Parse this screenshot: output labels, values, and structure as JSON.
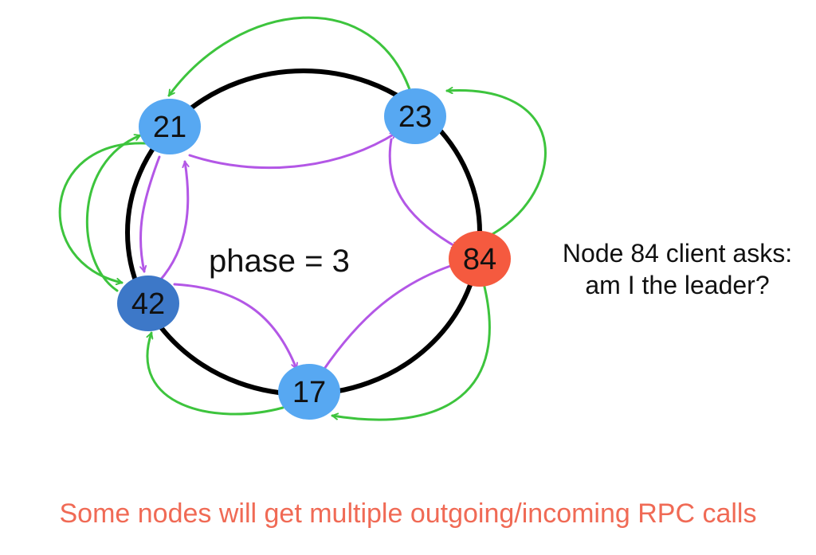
{
  "diagram": {
    "phase_label": "phase = 3",
    "question": [
      "Node 84 client asks:",
      "am I the leader?"
    ],
    "footer": "Some nodes will get multiple outgoing/incoming RPC calls",
    "colors": {
      "ring": "#000000",
      "node_light": "#57a8f2",
      "node_dark": "#3d78c8",
      "node_leader": "#f55a3f",
      "purple_arrow": "#b357e6",
      "green_arrow": "#3dc43d",
      "footer_text": "#f06a55"
    },
    "nodes": [
      {
        "id": "21",
        "label": "21",
        "fill": "node_light"
      },
      {
        "id": "23",
        "label": "23",
        "fill": "node_light"
      },
      {
        "id": "84",
        "label": "84",
        "fill": "node_leader"
      },
      {
        "id": "17",
        "label": "17",
        "fill": "node_light"
      },
      {
        "id": "42",
        "label": "42",
        "fill": "node_dark"
      }
    ],
    "purple_edges": [
      {
        "from": "21",
        "to": "23"
      },
      {
        "from": "21",
        "to": "42"
      },
      {
        "from": "42",
        "to": "21"
      },
      {
        "from": "42",
        "to": "17"
      },
      {
        "from": "23",
        "to": "84"
      },
      {
        "from": "17",
        "to": "84"
      }
    ],
    "green_edges": [
      {
        "from": "23",
        "to": "21"
      },
      {
        "from": "84",
        "to": "23"
      },
      {
        "from": "84",
        "to": "17"
      },
      {
        "from": "17",
        "to": "42"
      },
      {
        "from": "42",
        "to": "21"
      },
      {
        "from": "21",
        "to": "42"
      }
    ]
  }
}
